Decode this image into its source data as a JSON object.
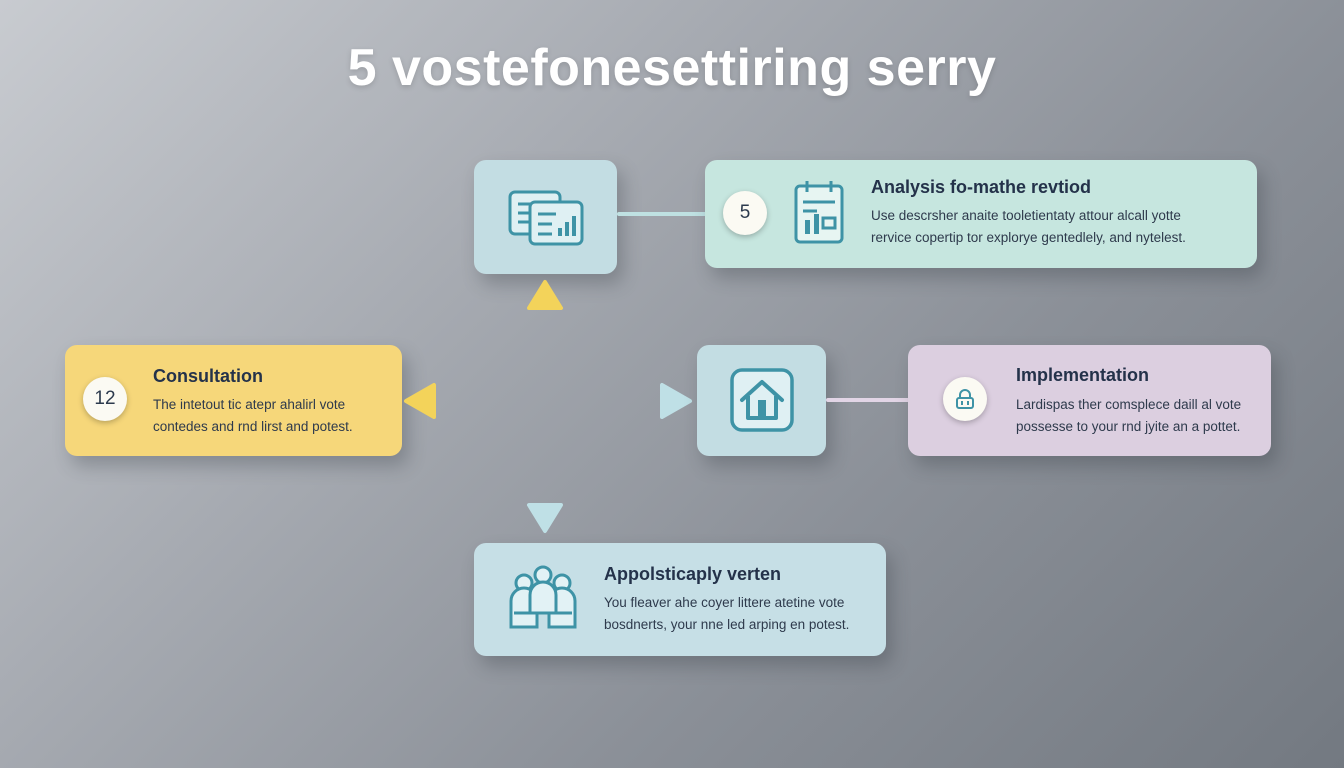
{
  "title": "5 vostefonesettiring serry",
  "steps": [
    {
      "badge": "5",
      "title": "Analysis fo-mathe revtiod",
      "body_line1": "Use descrsher anaite tooletientaty attour alcall yotte",
      "body_line2": "rervice copertip tor explorye gentedlely, and nytelest.",
      "icon": "report-chart-icon",
      "card_color": "#c6e6df"
    },
    {
      "badge": "12",
      "title": "Consultation",
      "body_line1": "The intetout tic atepr ahalirl vote",
      "body_line2": "contedes and rnd lirst and potest.",
      "icon": "",
      "card_color": "#f6d77a"
    },
    {
      "badge": "",
      "title": "Implementation",
      "body_line1": "Lardispas ther comsplece daill al vote",
      "body_line2": "possesse to your rnd jyite an a pottet.",
      "icon": "home-icon",
      "card_color": "#dccfe0"
    },
    {
      "badge": "",
      "title": "Appolsticaply verten",
      "body_line1": "You fleaver ahe coyer littere atetine vote",
      "body_line2": "bosdnerts, your nne led arping en potest.",
      "icon": "people-group-icon",
      "card_color": "#c6dfe6"
    }
  ],
  "icons": {
    "documents": "documents-chart-icon",
    "calendar": "calendar-report-icon",
    "home": "home-icon",
    "lock": "lock-icon",
    "people": "people-group-icon"
  },
  "colors": {
    "accent_teal": "#3e93a6",
    "arrow_yellow": "#f3d35a",
    "arrow_blue": "#bfe0e6"
  }
}
